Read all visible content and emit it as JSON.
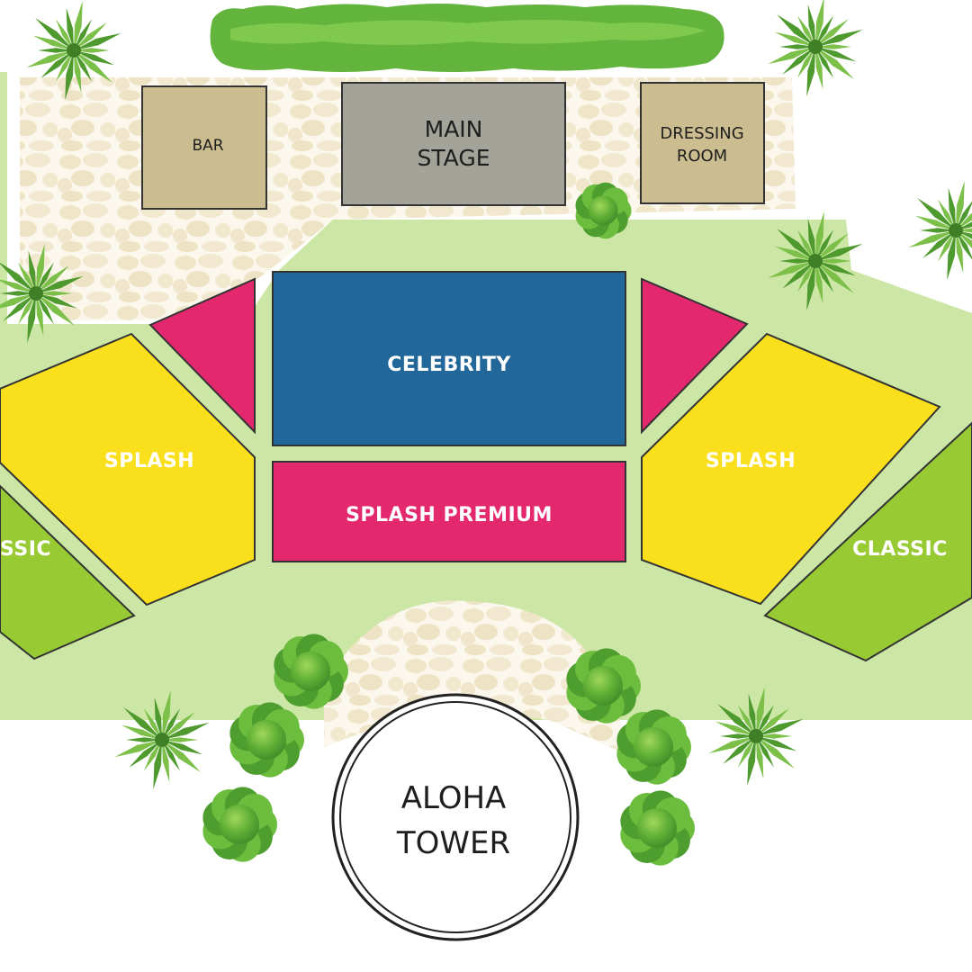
{
  "map": {
    "sections": {
      "celebrity": "CELEBRITY",
      "splash_left": "SPLASH",
      "splash_right": "SPLASH",
      "splash_premium": "SPLASH PREMIUM",
      "classic_left": "SSIC",
      "classic_right": "CLASSIC"
    },
    "venue": {
      "bar": "BAR",
      "main_stage_line1": "MAIN",
      "main_stage_line2": "STAGE",
      "dressing_room_line1": "DRESSING",
      "dressing_room_line2": "ROOM",
      "aloha_tower_line1": "ALOHA",
      "aloha_tower_line2": "TOWER"
    },
    "colors": {
      "celebrity": "#22679a",
      "splash": "#fadf1c",
      "splash_premium": "#e4286d",
      "classic": "#97ca33",
      "lawn": "#cce6a6",
      "stone_path": "#f1e8cf",
      "bar_room": "#cbbd8f",
      "stage": "#a3a39a"
    }
  }
}
